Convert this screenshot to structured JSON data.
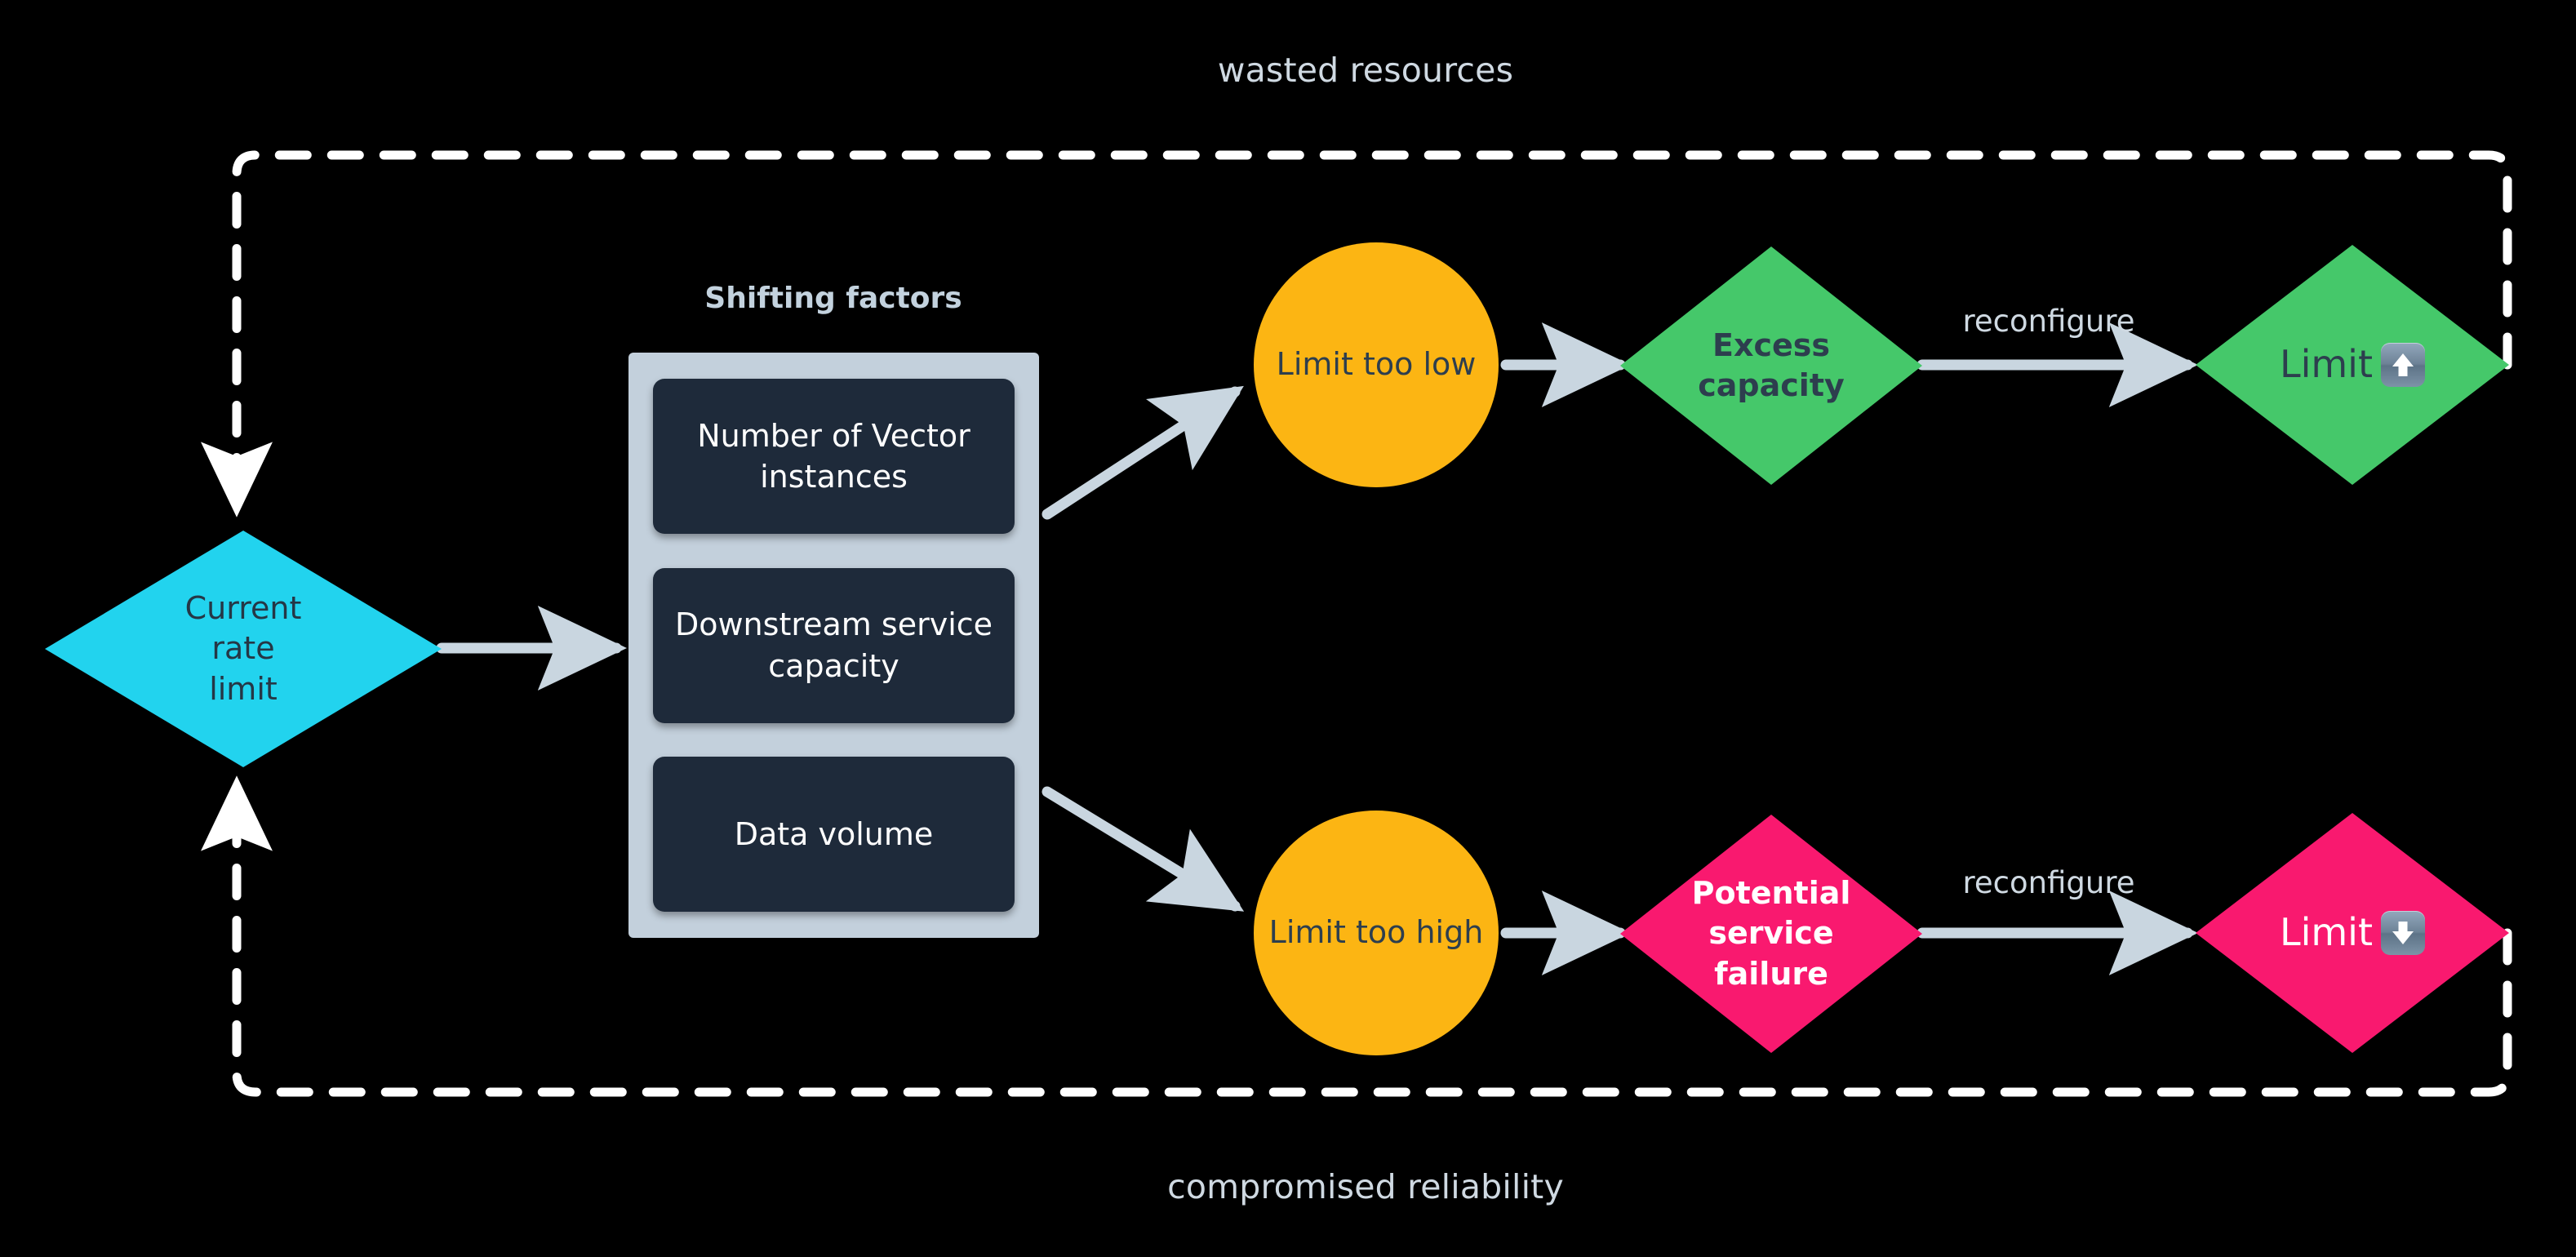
{
  "diagram": {
    "title_top": "wasted resources",
    "title_bottom": "compromised reliability",
    "background_color": "#000000",
    "accent_colors": {
      "cyan": "#22d3ee",
      "amber": "#fcb513",
      "green": "#45c86a",
      "pink": "#f9196f",
      "panel": "#c3d0dc",
      "card": "#1e2a3a",
      "edge": "#c9d6e0",
      "loop": "#ffffff",
      "label_text": "#cfd9e2"
    }
  },
  "nodes": {
    "current_limit": {
      "name": "current-rate-limit",
      "shape": "diamond",
      "color": "#22d3ee",
      "lines": [
        "Current",
        "rate",
        "limit"
      ]
    },
    "factors_group": {
      "name": "shifting-factors-group",
      "title": "Shifting factors",
      "cards": [
        {
          "id": "vector-instances",
          "lines": [
            "Number of",
            "Vector instances"
          ]
        },
        {
          "id": "downstream-capacity",
          "lines": [
            "Downstream",
            "service capacity"
          ]
        },
        {
          "id": "data-volume",
          "lines": [
            "Data volume"
          ]
        }
      ]
    },
    "limit_too_low": {
      "name": "limit-too-low",
      "shape": "circle",
      "color": "#fcb513",
      "lines": [
        "Limit",
        "too",
        "low"
      ]
    },
    "limit_too_high": {
      "name": "limit-too-high",
      "shape": "circle",
      "color": "#fcb513",
      "lines": [
        "Limit",
        "too",
        "high"
      ]
    },
    "excess_capacity": {
      "name": "excess-capacity",
      "shape": "diamond",
      "color": "#45c86a",
      "lines": [
        "Excess",
        "capacity"
      ]
    },
    "service_failure": {
      "name": "potential-service-failure",
      "shape": "diamond",
      "color": "#f9196f",
      "lines": [
        "Potential",
        "service",
        "failure"
      ]
    },
    "limit_up": {
      "name": "limit-increase",
      "shape": "diamond",
      "color": "#45c86a",
      "text": "Limit",
      "icon": "arrow-up-emoji"
    },
    "limit_down": {
      "name": "limit-decrease",
      "shape": "diamond",
      "color": "#f9196f",
      "text": "Limit",
      "icon": "arrow-down-emoji"
    }
  },
  "edges": {
    "reconfigure_top": "reconfigure",
    "reconfigure_bottom": "reconfigure"
  }
}
